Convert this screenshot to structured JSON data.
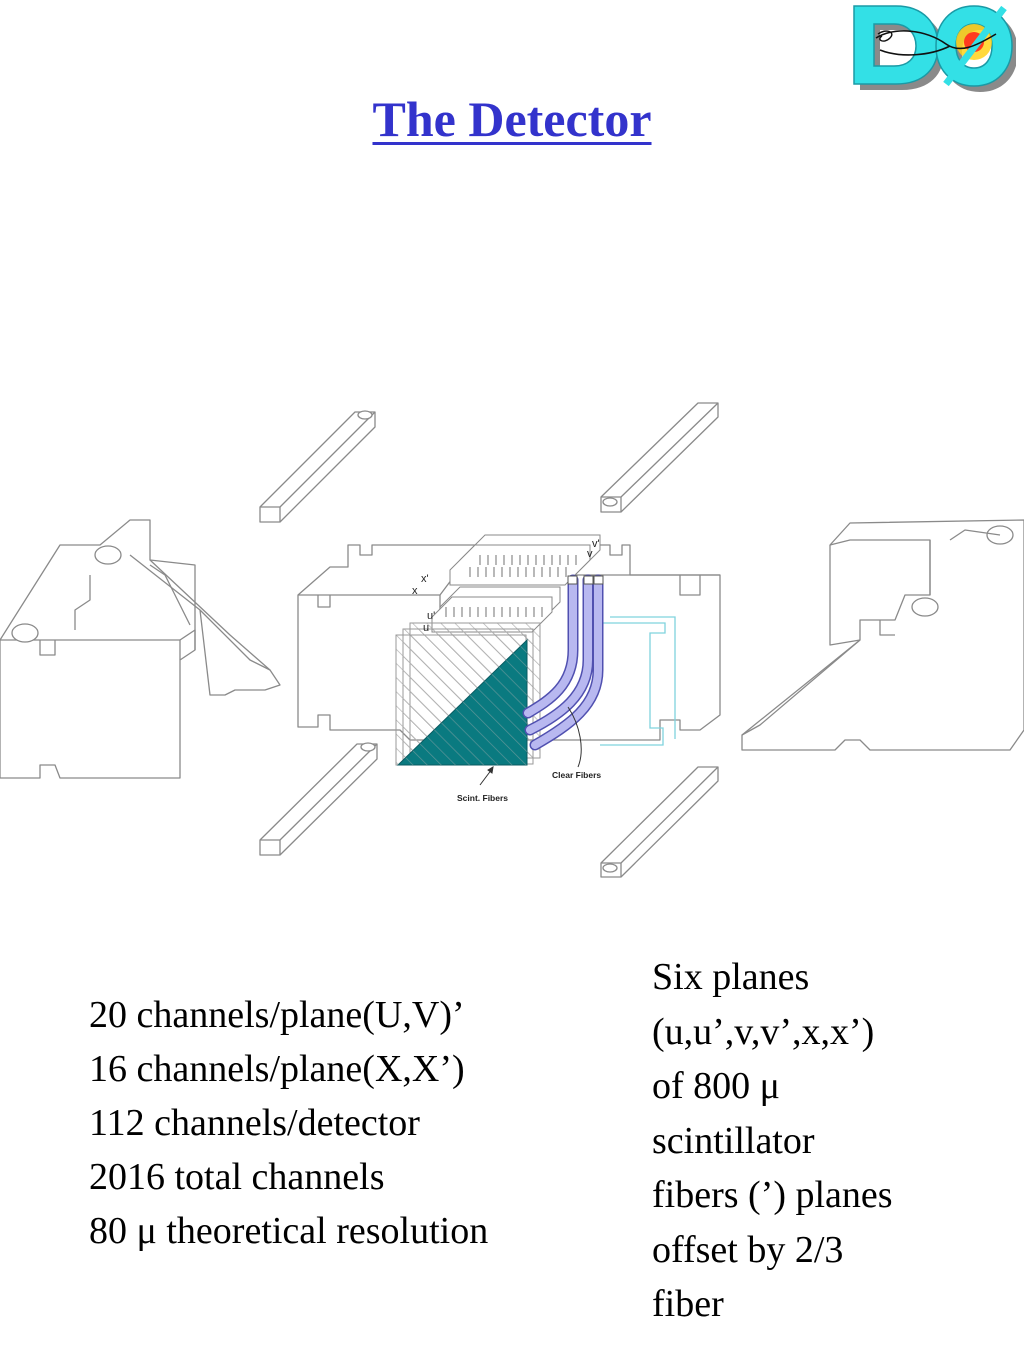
{
  "title": "The Detector",
  "logo": {
    "letters": "DØ",
    "colors": {
      "fill": "#33e0e6",
      "shadow": "#8a8a8a",
      "burst": "#ff3b1f",
      "glow": "#ffd21a"
    }
  },
  "diagram": {
    "plane_labels": [
      "v'",
      "v",
      "x'",
      "x",
      "u'",
      "u"
    ],
    "scint_fibers_label": "Scint. Fibers",
    "clear_fibers_label": "Clear Fibers",
    "colors": {
      "scintillator": "#0a7a80",
      "clear_fibers": "#b8b8f0",
      "outline": "#8a8a8a",
      "cyan_frame": "#7fd3dd"
    }
  },
  "left_block": {
    "lines": [
      "20 channels/plane(U,V)’",
      "16 channels/plane(X,X’)",
      "112 channels/detector",
      "2016 total channels",
      "80 μ theoretical resolution"
    ]
  },
  "right_block": {
    "lines": [
      "Six planes",
      "(u,u’,v,v’,x,x’)",
      "of 800 μ",
      "scintillator",
      "fibers (’) planes",
      "offset by 2/3",
      "fiber"
    ]
  }
}
